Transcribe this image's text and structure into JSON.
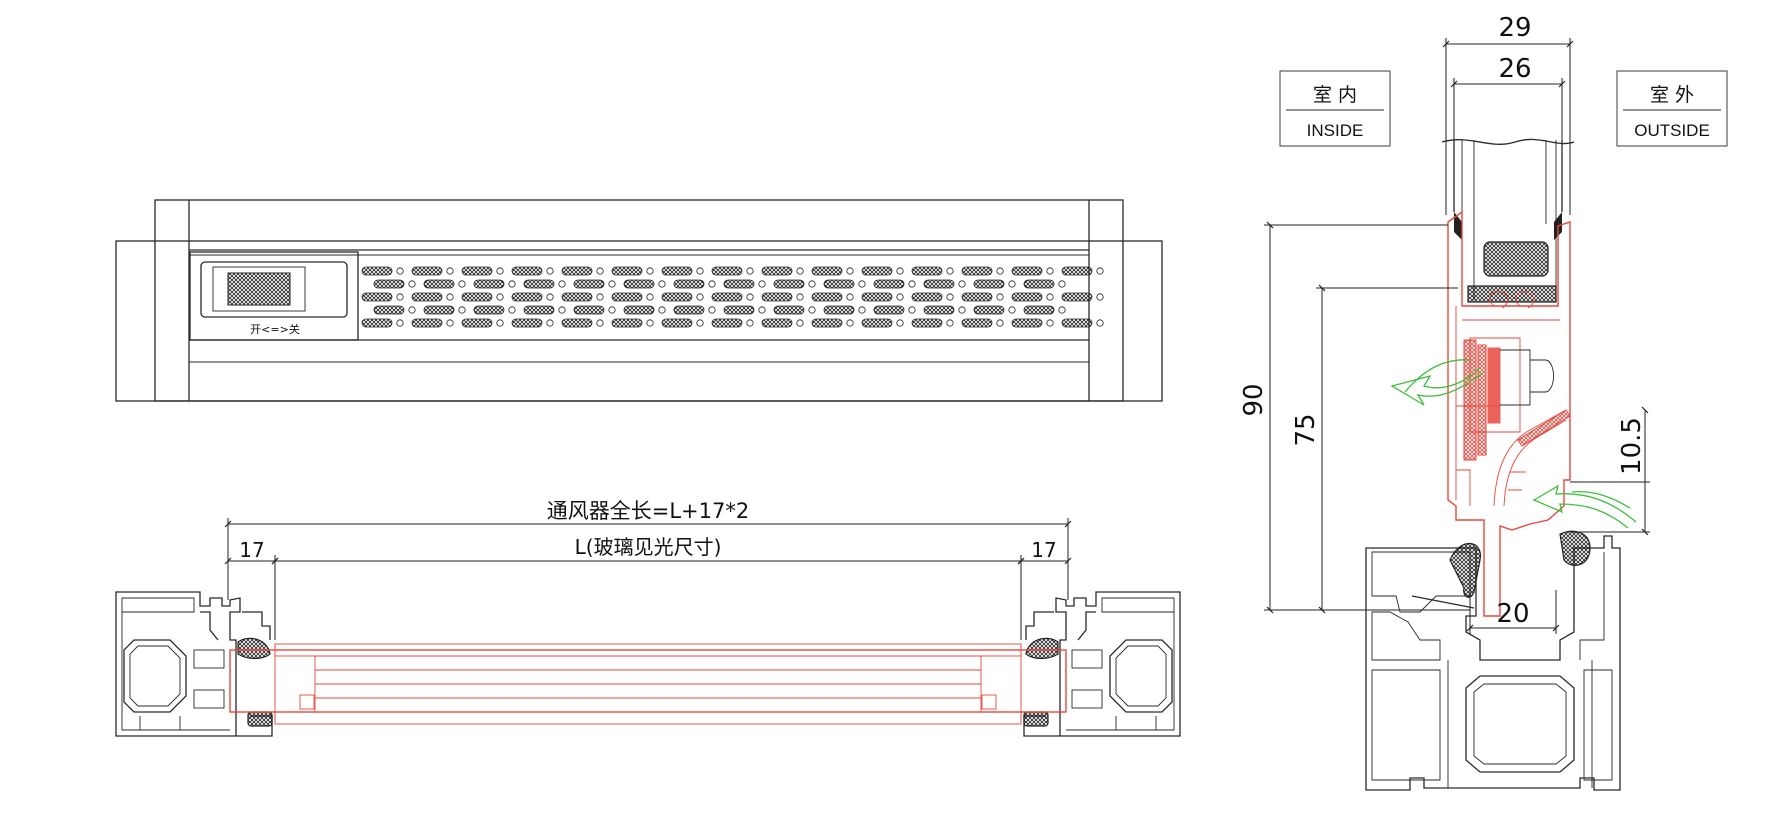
{
  "front_view": {
    "switch_label": "开<=>关"
  },
  "section_bottom": {
    "total_length_label": "通风器全长=L+17*2",
    "glass_label": "L(玻璃见光尺寸)",
    "left_offset": "17",
    "right_offset": "17"
  },
  "section_side": {
    "inside_cn": "室 内",
    "inside_en": "INSIDE",
    "outside_cn": "室 外",
    "outside_en": "OUTSIDE",
    "dim_29": "29",
    "dim_26": "26",
    "dim_90": "90",
    "dim_75": "75",
    "dim_10_5": "10.5",
    "dim_20": "20"
  },
  "colors": {
    "line": "#2a2a2a",
    "ventilator": "#e8473c",
    "airflow": "#3fbe3f"
  }
}
